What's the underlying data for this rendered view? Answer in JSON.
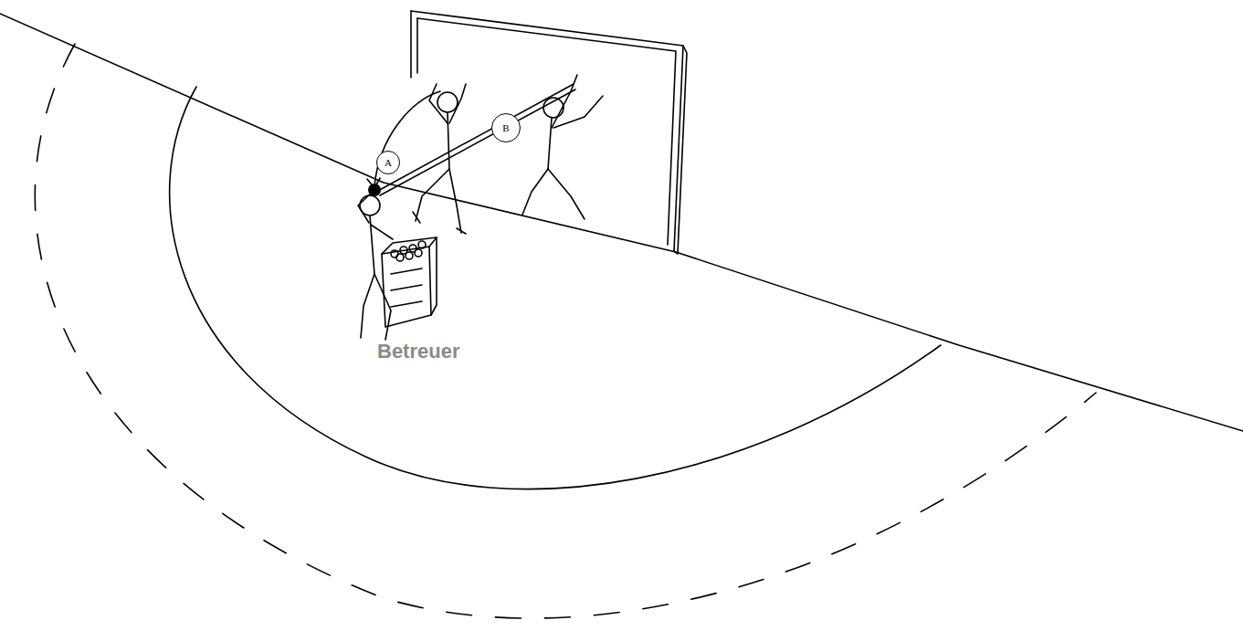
{
  "diagram": {
    "nodes": [
      {
        "text": [
          "A"
        ]
      },
      {
        "text": [
          "B"
        ]
      }
    ],
    "labels": [
      "Betreuer"
    ]
  }
}
